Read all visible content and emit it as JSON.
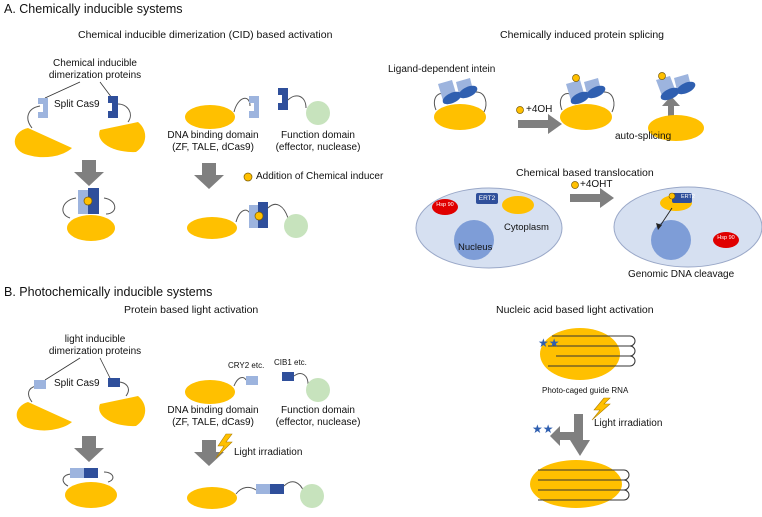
{
  "sections": {
    "a_title": "A. Chemically inducible systems",
    "b_title": "B. Photochemically inducible systems"
  },
  "cid": {
    "title": "Chemical inducible dimerization (CID) based activation",
    "proteins_label_line1": "Chemical inducible",
    "proteins_label_line2": "dimerization proteins",
    "split_cas9": "Split Cas9",
    "dbd_line1": "DNA binding domain",
    "dbd_line2": "(ZF, TALE, dCas9)",
    "fd_line1": "Function domain",
    "fd_line2": "(effector, nuclease)",
    "inducer": "Addition of Chemical inducer"
  },
  "splicing": {
    "title": "Chemically induced protein splicing",
    "intein": "Ligand-dependent intein",
    "drug": "+4OH",
    "auto": "auto-splicing"
  },
  "translocation": {
    "title": "Chemical based translocation",
    "hsp": "Hsp 90",
    "ert2": "ERT2",
    "cytoplasm": "Cytoplasm",
    "nucleus": "Nucleus",
    "drug": "+4OHT",
    "cleavage": "Genomic DNA cleavage"
  },
  "light": {
    "title": "Protein based light activation",
    "proteins_label_line1": "light inducible",
    "proteins_label_line2": "dimerization proteins",
    "split_cas9": "Split Cas9",
    "cry2": "CRY2 etc.",
    "cib1": "CIB1 etc.",
    "dbd_line1": "DNA binding domain",
    "dbd_line2": "(ZF, TALE, dCas9)",
    "fd_line1": "Function domain",
    "fd_line2": "(effector, nuclease)",
    "irradiation": "Light irradiation"
  },
  "nucleic": {
    "title": "Nucleic acid  based light activation",
    "caged": "Photo-caged guide RNA",
    "irradiation": "Light irradiation"
  },
  "colors": {
    "cas9": "#FFC000",
    "light_blue": "#9DB4DE",
    "dark_blue": "#2F4F9B",
    "function_green": "#C7E3BD",
    "cell": "#D6E0F1",
    "nucleus": "#7E9DD7",
    "hsp": "#E00000",
    "arrow": "#7F7F7F"
  }
}
